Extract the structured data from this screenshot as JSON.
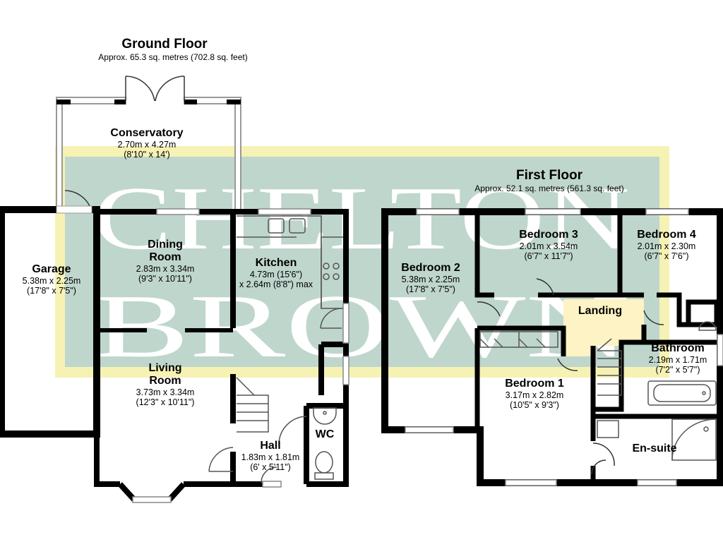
{
  "watermark": {
    "line1": "CHELTON",
    "line2": "BROWN",
    "colors": {
      "panel": "#bfd6cd",
      "frame": "#f6f2b4",
      "letters": "#ffffff"
    }
  },
  "colors": {
    "wall": "#000000",
    "landing": "#fdf3c4",
    "glazing": "#aaaaaa",
    "fixture_stroke": "#555555"
  },
  "ground_floor": {
    "title": "Ground Floor",
    "area": "Approx. 65.3 sq. metres (702.8 sq. feet)",
    "rooms": {
      "conservatory": {
        "name": "Conservatory",
        "dim1": "2.70m x 4.27m",
        "dim2": "(8'10\" x 14')"
      },
      "garage": {
        "name": "Garage",
        "dim1": "5.38m x 2.25m",
        "dim2": "(17'8\" x 7'5\")"
      },
      "dining": {
        "name1": "Dining",
        "name2": "Room",
        "dim1": "2.83m x 3.34m",
        "dim2": "(9'3\" x 10'11\")"
      },
      "kitchen": {
        "name": "Kitchen",
        "dim1": "4.73m (15'6\")",
        "dim2": "x 2.64m (8'8\") max"
      },
      "living": {
        "name1": "Living",
        "name2": "Room",
        "dim1": "3.73m x 3.34m",
        "dim2": "(12'3\" x 10'11\")"
      },
      "hall": {
        "name": "Hall",
        "dim1": "1.83m x 1.81m",
        "dim2": "(6' x 5'11\")"
      },
      "wc": {
        "name": "WC"
      }
    }
  },
  "first_floor": {
    "title": "First Floor",
    "area": "Approx. 52.1 sq. metres (561.3 sq. feet)",
    "rooms": {
      "bedroom2": {
        "name": "Bedroom 2",
        "dim1": "5.38m x 2.25m",
        "dim2": "(17'8\" x 7'5\")"
      },
      "bedroom3": {
        "name": "Bedroom 3",
        "dim1": "2.01m x 3.54m",
        "dim2": "(6'7\" x 11'7\")"
      },
      "bedroom4": {
        "name": "Bedroom 4",
        "dim1": "2.01m x 2.30m",
        "dim2": "(6'7\" x 7'6\")"
      },
      "landing": {
        "name": "Landing"
      },
      "bathroom": {
        "name": "Bathroom",
        "dim1": "2.19m x 1.71m",
        "dim2": "(7'2\" x 5'7\")"
      },
      "bedroom1": {
        "name": "Bedroom 1",
        "dim1": "3.17m x 2.82m",
        "dim2": "(10'5\" x 9'3\")"
      },
      "ensuite": {
        "name": "En-suite"
      }
    }
  }
}
